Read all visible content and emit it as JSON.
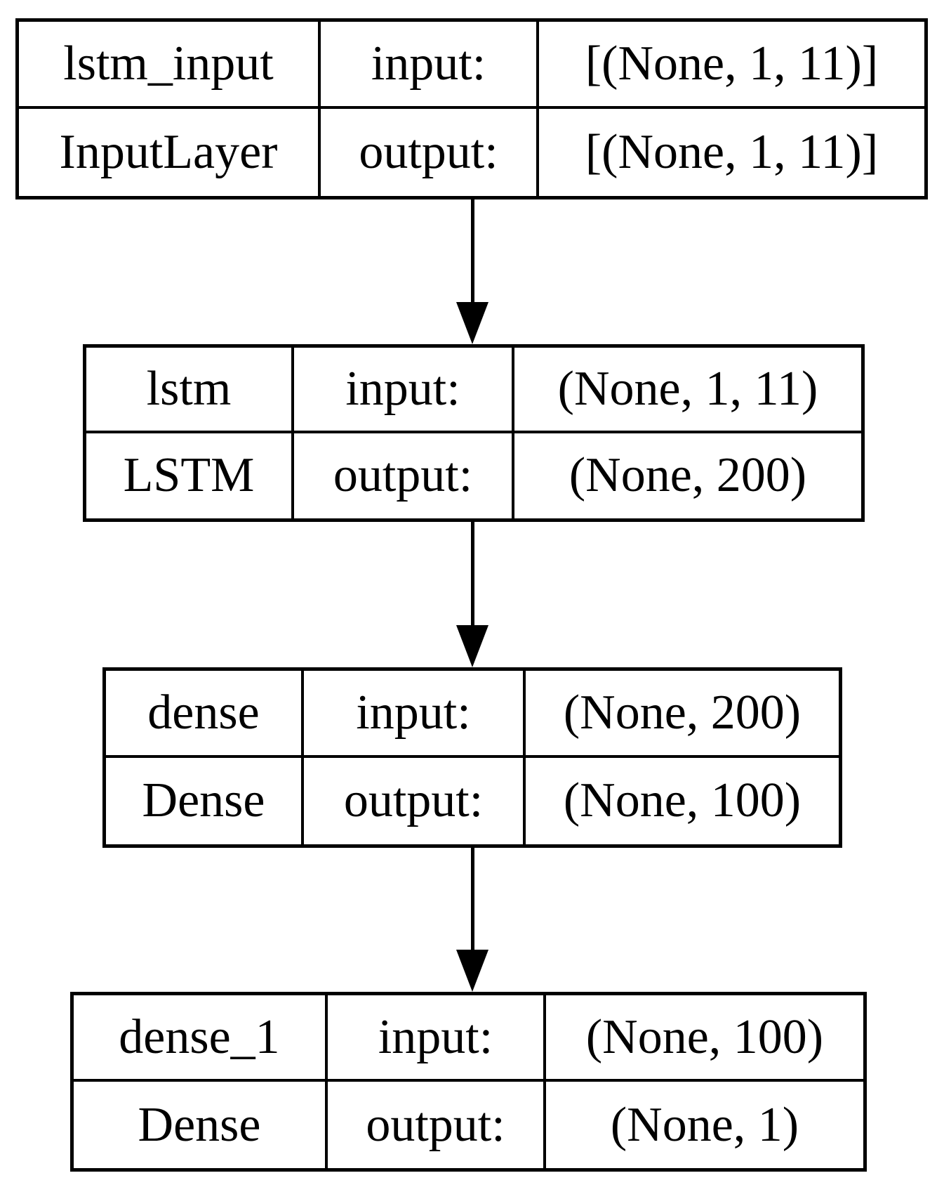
{
  "diagram": {
    "colors": {
      "border": "#000000",
      "background": "#ffffff",
      "text": "#000000"
    },
    "nodes": [
      {
        "name": "lstm_input",
        "class_name": "InputLayer",
        "rows": [
          {
            "label": "input:",
            "shape": "[(None, 1, 11)]"
          },
          {
            "label": "output:",
            "shape": "[(None, 1, 11)]"
          }
        ]
      },
      {
        "name": "lstm",
        "class_name": "LSTM",
        "rows": [
          {
            "label": "input:",
            "shape": "(None, 1, 11)"
          },
          {
            "label": "output:",
            "shape": "(None, 200)"
          }
        ]
      },
      {
        "name": "dense",
        "class_name": "Dense",
        "rows": [
          {
            "label": "input:",
            "shape": "(None, 200)"
          },
          {
            "label": "output:",
            "shape": "(None, 100)"
          }
        ]
      },
      {
        "name": "dense_1",
        "class_name": "Dense",
        "rows": [
          {
            "label": "input:",
            "shape": "(None, 100)"
          },
          {
            "label": "output:",
            "shape": "(None, 1)"
          }
        ]
      }
    ],
    "edges": [
      {
        "from": "lstm_input",
        "to": "lstm"
      },
      {
        "from": "lstm",
        "to": "dense"
      },
      {
        "from": "dense",
        "to": "dense_1"
      }
    ]
  }
}
